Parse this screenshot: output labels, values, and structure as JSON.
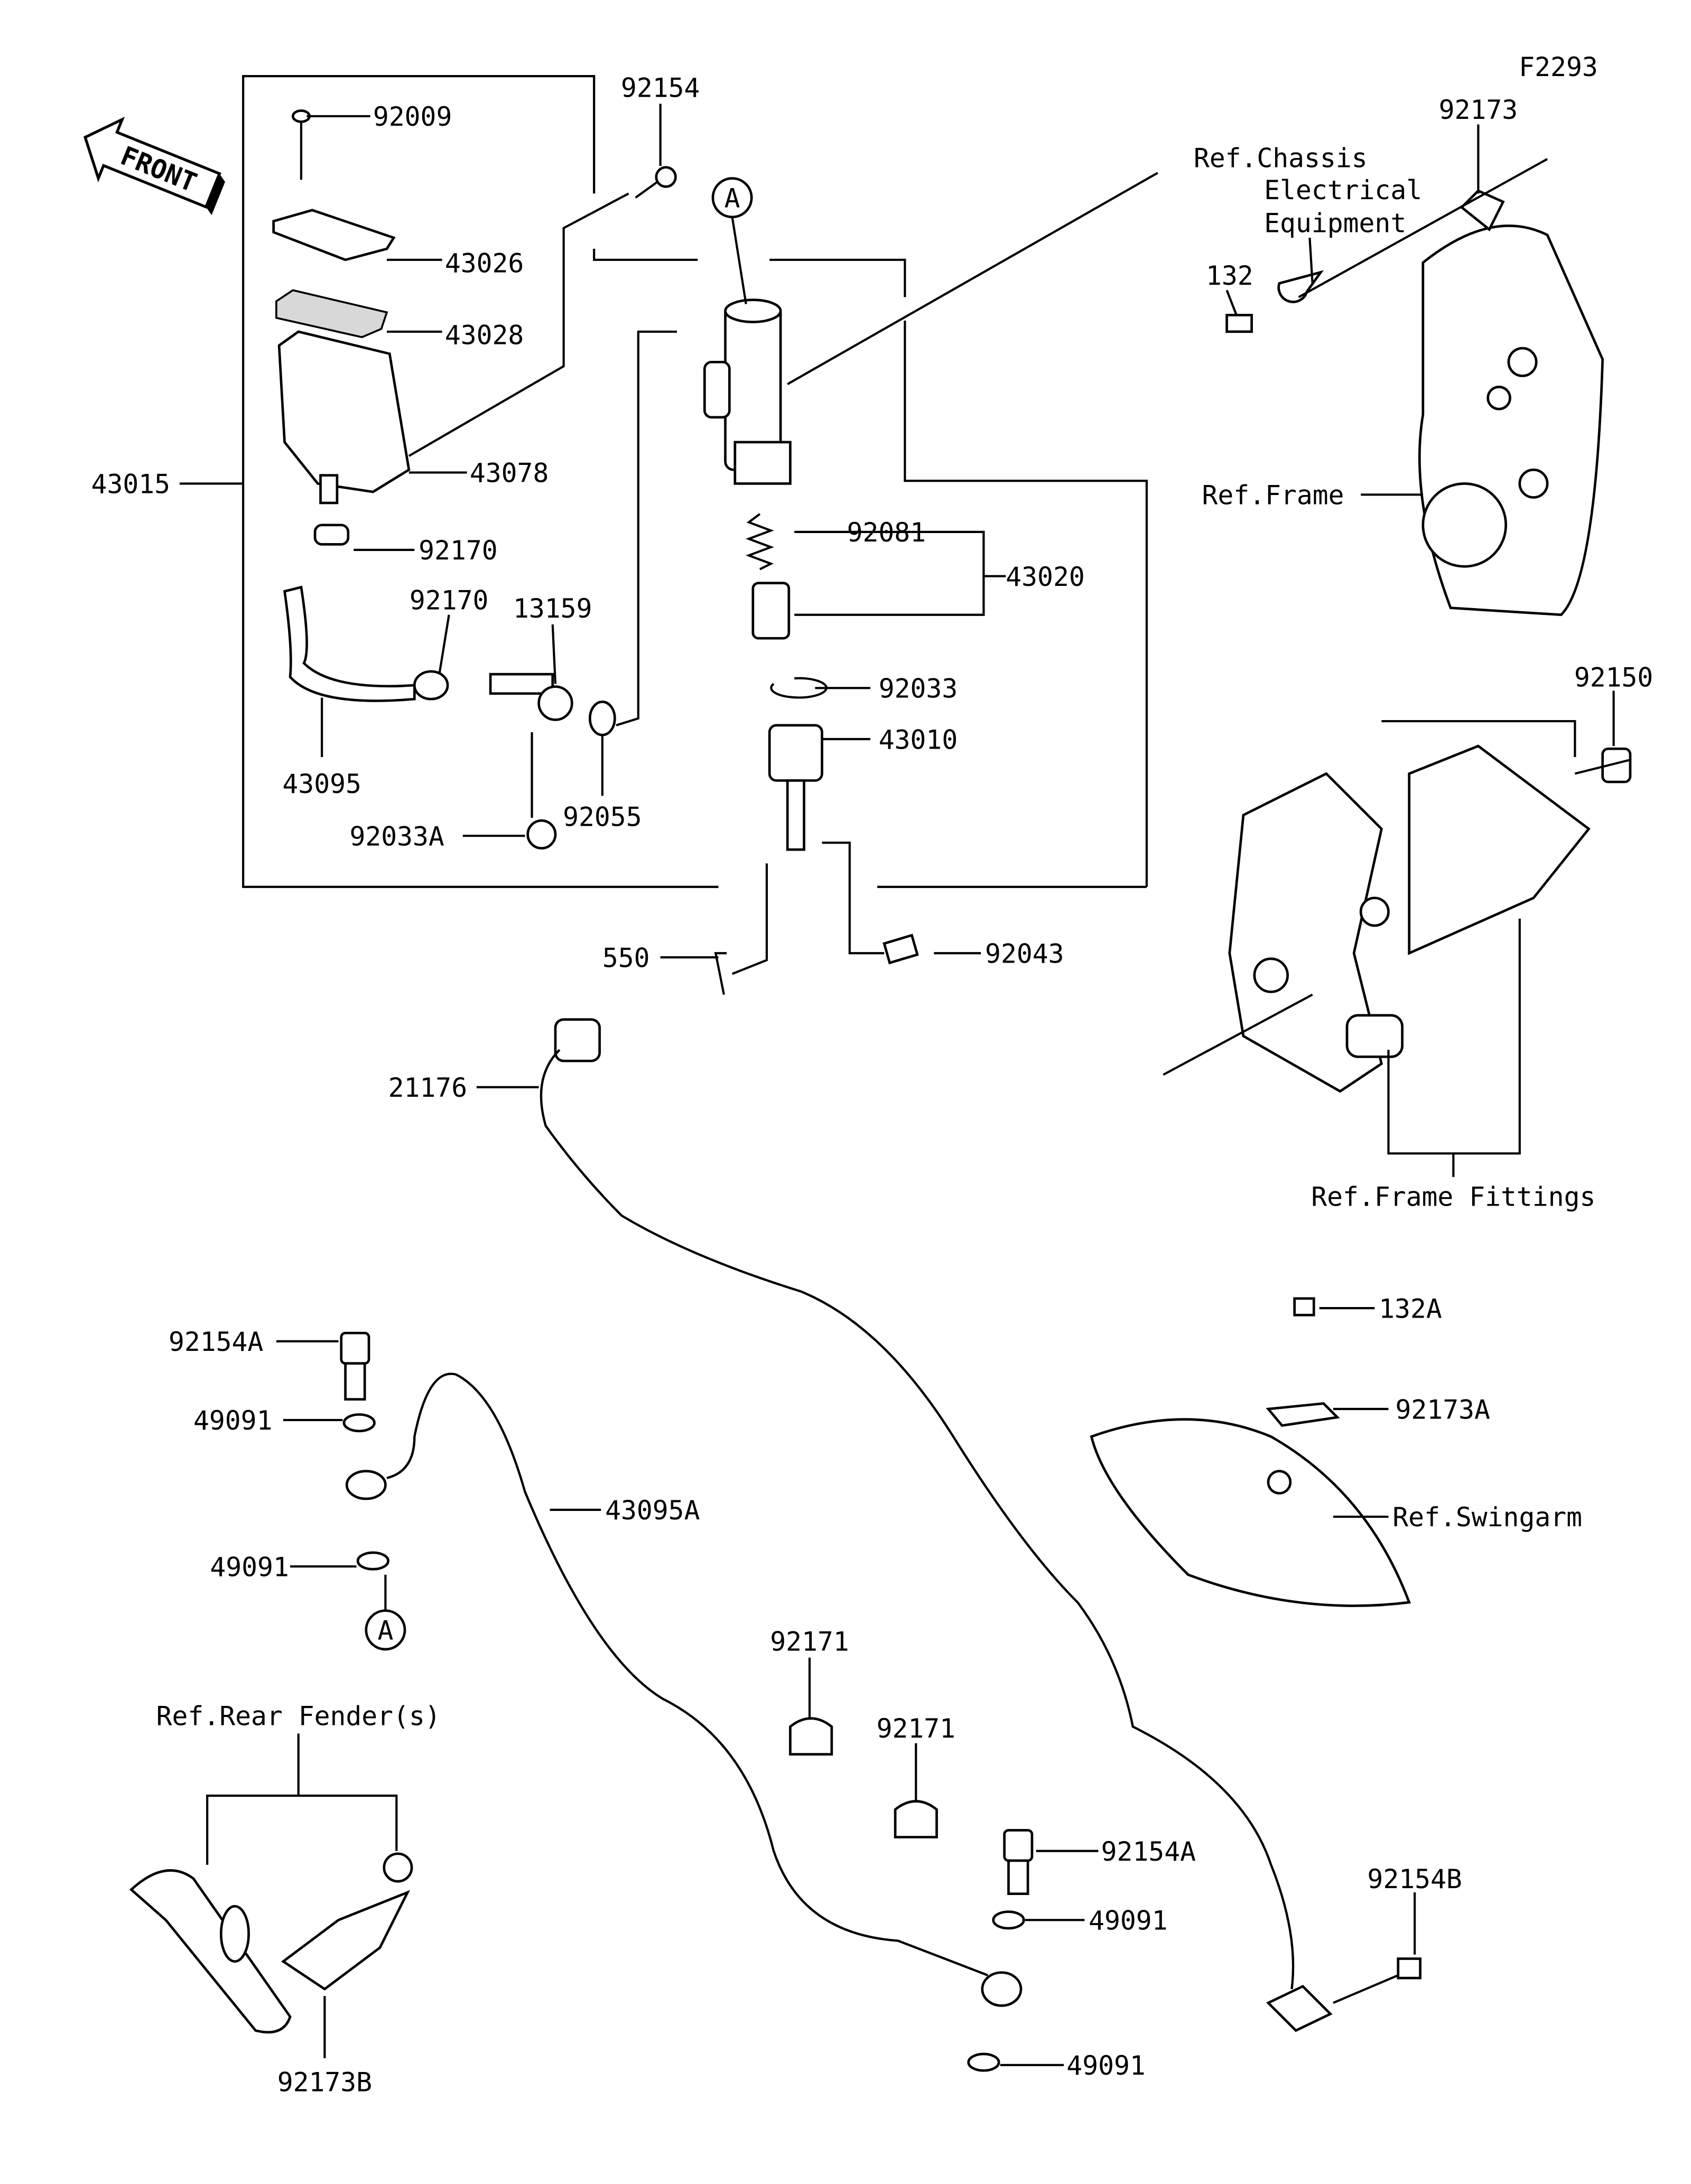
{
  "diagram_id": "F2293",
  "front_arrow": "FRONT",
  "callout_letter": "A",
  "labels": {
    "p92154": "92154",
    "p92009": "92009",
    "p92173": "92173",
    "ref_chassis_1": "Ref.Chassis",
    "ref_chassis_2": "Electrical",
    "ref_chassis_3": "Equipment",
    "p132": "132",
    "p43026": "43026",
    "p43028": "43028",
    "p43015": "43015",
    "p43078": "43078",
    "ref_frame": "Ref.Frame",
    "p92170a": "92170",
    "p92081": "92081",
    "p43020": "43020",
    "p92170b": "92170",
    "p13159": "13159",
    "p92033": "92033",
    "p92150": "92150",
    "p43010": "43010",
    "p43095": "43095",
    "p92055": "92055",
    "p92033A": "92033A",
    "p550": "550",
    "p92043": "92043",
    "p21176": "21176",
    "ref_frame_fittings": "Ref.Frame Fittings",
    "p132A": "132A",
    "p92154A_top": "92154A",
    "p92173A": "92173A",
    "p49091_a": "49091",
    "p43095A": "43095A",
    "ref_swingarm": "Ref.Swingarm",
    "p49091_b": "49091",
    "p92171_a": "92171",
    "ref_rear_fender": "Ref.Rear Fender(s)",
    "p92171_b": "92171",
    "p92154A_bot": "92154A",
    "p92154B": "92154B",
    "p49091_c": "49091",
    "p92173B": "92173B",
    "p49091_d": "49091"
  }
}
